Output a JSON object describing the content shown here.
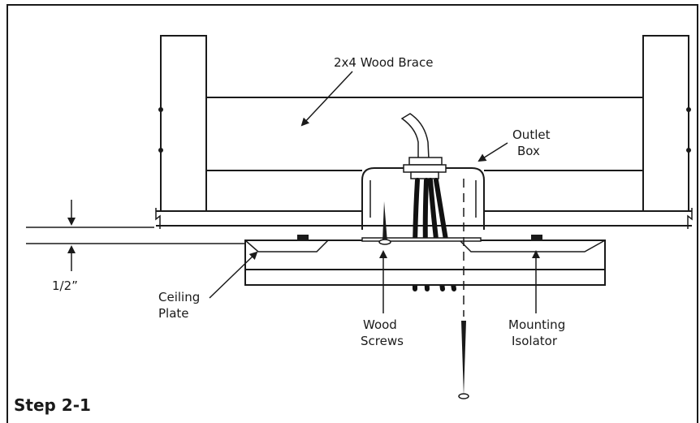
{
  "labels": {
    "wood_brace": "2x4 Wood Brace",
    "outlet_box_line1": "Outlet",
    "outlet_box_line2": "Box",
    "half_inch": "1/2”",
    "ceiling_plate_line1": "Ceiling",
    "ceiling_plate_line2": "Plate",
    "wood_screws_line1": "Wood",
    "wood_screws_line2": "Screws",
    "mounting_isolator_line1": "Mounting",
    "mounting_isolator_line2": "Isolator",
    "step": "Step 2-1"
  }
}
